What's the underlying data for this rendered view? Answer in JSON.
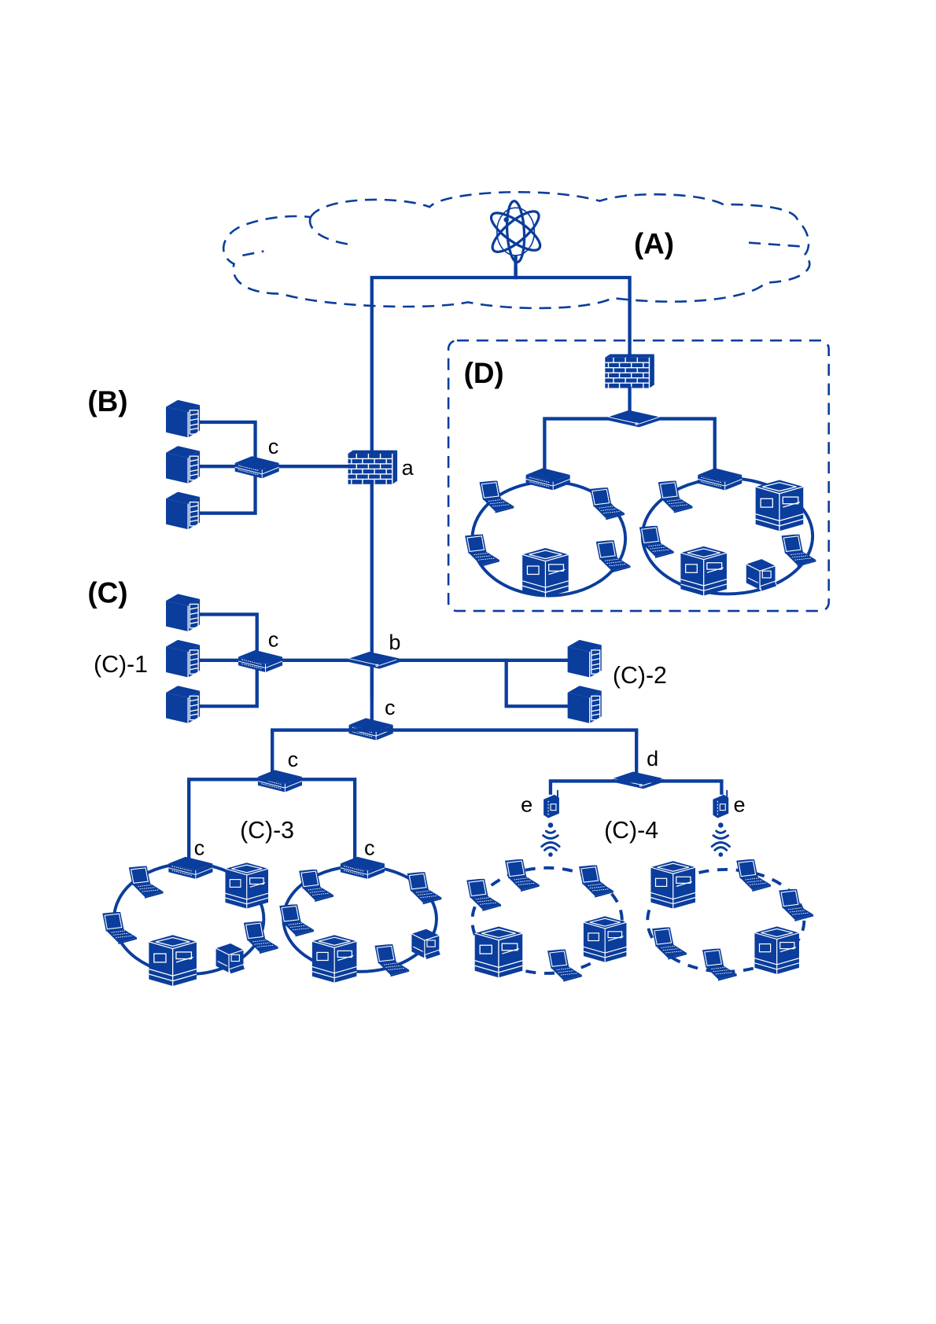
{
  "diagram": {
    "type": "network-topology",
    "accent_color": "#0a3d9c",
    "regions": {
      "A": {
        "label": "(A)",
        "description": "internet cloud"
      },
      "B": {
        "label": "(B)"
      },
      "C": {
        "label": "(C)"
      },
      "C1": {
        "label": "(C)-1"
      },
      "C2": {
        "label": "(C)-2"
      },
      "C3": {
        "label": "(C)-3"
      },
      "C4": {
        "label": "(C)-4"
      },
      "D": {
        "label": "(D)"
      }
    },
    "device_labels": {
      "firewall_a": "a",
      "router_b": "b",
      "switch_c": "c",
      "router_d": "d",
      "access_point_e": "e"
    },
    "icons": [
      "globe-icon",
      "firewall-icon",
      "switch-icon",
      "router-icon",
      "server-icon",
      "laptop-icon",
      "printer-icon",
      "access-point-icon",
      "wifi-icon"
    ]
  }
}
